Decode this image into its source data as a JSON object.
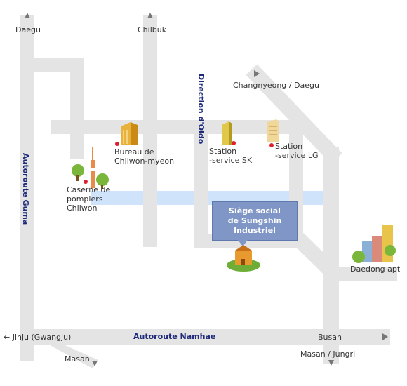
{
  "map": {
    "roads": {
      "top_left": "Daegu",
      "top_center": "Chilbuk",
      "top_right": "Changnyeong / Daegu",
      "left_bottom": "← Jinju (Gwangju)",
      "bottom_right_1": "Busan",
      "bottom_left": "Masan",
      "bottom_right_2": "Masan / Jungri"
    },
    "highways": {
      "guma": "Autoroute Guma",
      "namhae": "Autoroute Namhae",
      "oido": "Direction d'Oido"
    },
    "places": {
      "bureau_l1": "Bureau de",
      "bureau_l2": "Chilwon-myeon",
      "fire_l1": "Caserne de",
      "fire_l2": "pompiers",
      "fire_l3": "Chilwon",
      "sk_l1": "Station",
      "sk_l2": "-service SK",
      "lg_l1": "Station",
      "lg_l2": "-service LG",
      "daedong": "Daedong apt"
    },
    "destination": {
      "line1": "Siège social",
      "line2": "de Sungshin",
      "line3": "Industriel"
    },
    "colors": {
      "road": "#e4e4e4",
      "river": "#cfe3fb",
      "highway_label": "#1f2a7a",
      "callout": "#8096c6",
      "marker": "#e0202a"
    },
    "icons": [
      "building-icon",
      "tree-icon",
      "tower-icon",
      "company-building-icon",
      "marker-dot-icon",
      "arrow-icon"
    ]
  }
}
